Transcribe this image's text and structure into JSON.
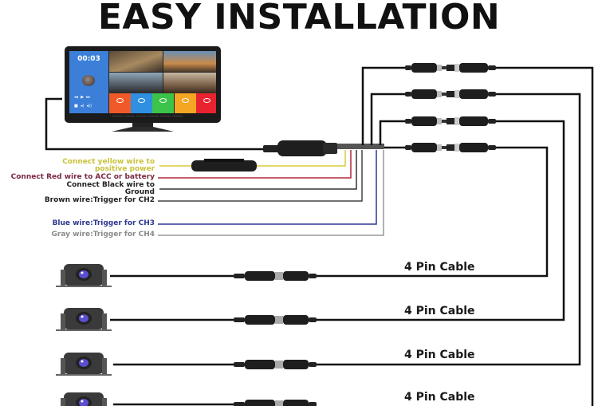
{
  "title": "EASY INSTALLATION",
  "monitor": {
    "clock": "00:03",
    "tile_colors": [
      "#f05a28",
      "#2f8fe0",
      "#3cc44a",
      "#f5a623",
      "#e8232f"
    ],
    "side_panel_color": "#3b7fd9"
  },
  "wires": [
    {
      "label_line1": "Connect yellow wire to",
      "label_line2": "positive power",
      "color": "#d9cc3a"
    },
    {
      "label_line1": "Connect Red wire to ACC or battery",
      "label_line2": "",
      "color": "#b3283a"
    },
    {
      "label_line1": "Connect Black wire to",
      "label_line2": "Ground",
      "color": "#222222"
    },
    {
      "label_line1": "Brown wire:Trigger for CH2",
      "label_line2": "",
      "color": "#333333"
    },
    {
      "label_line1": "Blue wire:Trigger for CH3",
      "label_line2": "",
      "color": "#2e3690"
    },
    {
      "label_line1": "Gray wire:Trigger for CH4",
      "label_line2": "",
      "color": "#8a8a8a"
    }
  ],
  "wire_label_colors": [
    "#c9c23a",
    "#7a2a40",
    "#222222",
    "#222222",
    "#2e3690",
    "#8a8a8a"
  ],
  "cameras": [
    {
      "cable_label": "4 Pin Cable"
    },
    {
      "cable_label": "4 Pin Cable"
    },
    {
      "cable_label": "4 Pin Cable"
    },
    {
      "cable_label": "4 Pin Cable"
    }
  ],
  "icons": {
    "monitor": "monitor-icon",
    "camera": "camera-icon",
    "connector": "connector-icon",
    "fuse": "fuse-holder-icon"
  }
}
